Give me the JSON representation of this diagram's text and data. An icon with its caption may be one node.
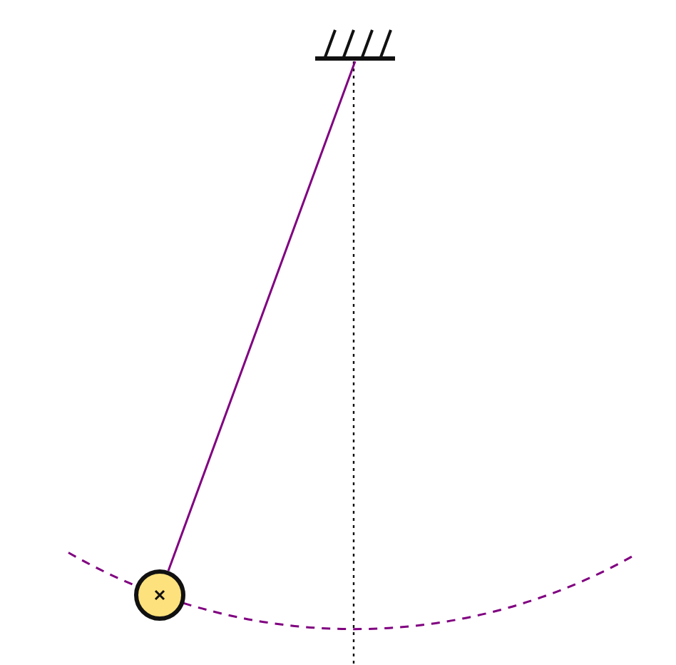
{
  "diagram": {
    "nodes": [
      {
        "text": [],
        "shape": "bar"
      },
      {
        "text": [],
        "shape": "circle"
      }
    ],
    "edges": [
      {
        "from": 0,
        "to": 1,
        "arrow": "none"
      }
    ]
  }
}
